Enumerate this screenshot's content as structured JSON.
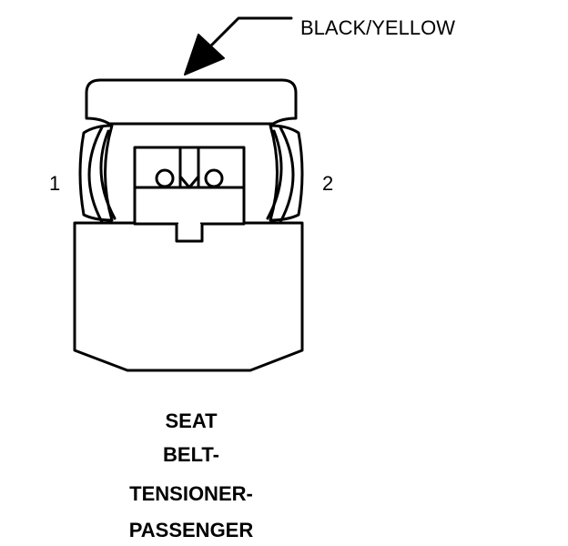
{
  "wire": {
    "color_label": "BLACK/YELLOW"
  },
  "pins": {
    "left": "1",
    "right": "2"
  },
  "component": {
    "title_lines": [
      "SEAT",
      "BELT-",
      "TENSIONER-",
      "PASSENGER"
    ]
  },
  "colors": {
    "ink": "#000000",
    "background": "#ffffff"
  }
}
